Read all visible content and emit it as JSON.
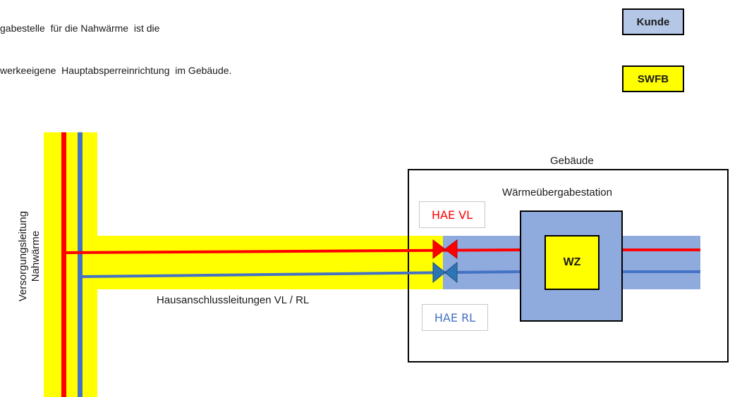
{
  "intro_text": {
    "line1": "gabestelle  für die Nahwärme  ist die",
    "line2": "werkeeigene  Hauptabsperreinrichtung  im Gebäude."
  },
  "legend": [
    {
      "label": "Kunde",
      "color": "#b4c7e7"
    },
    {
      "label": "SWFB",
      "color": "#ffff00"
    }
  ],
  "supply": {
    "label_line1": "Versorgungsleitung",
    "label_line2": "Nahwärme"
  },
  "connection_label": "Hausanschlussleitungen VL / RL",
  "building": {
    "label": "Gebäude",
    "station_label": "Wärmeübergabestation",
    "meter_label": "WZ"
  },
  "valves": {
    "vl_label": "HAE VL",
    "rl_label": "HAE RL"
  },
  "colors": {
    "swfb": "#ffff00",
    "kunde": "#8faadc",
    "supply_flow": "#ff0000",
    "return_flow": "#4472c4"
  }
}
